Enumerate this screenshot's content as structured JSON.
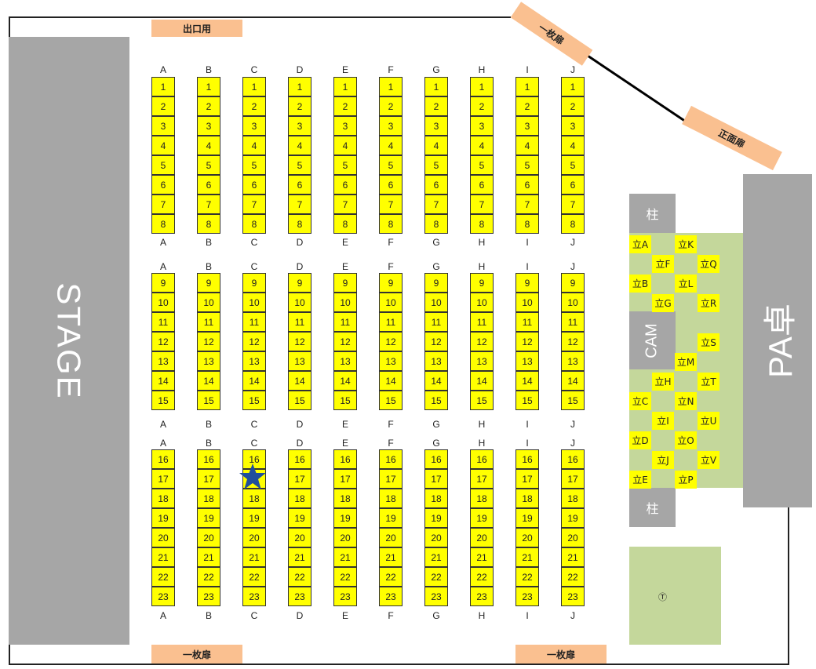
{
  "stage": {
    "label": "STAGE"
  },
  "doors": {
    "exit_top": "出口用",
    "top_right_single": "一枚扉",
    "front": "正面扉",
    "bottom_left": "一枚扉",
    "bottom_right": "一枚扉"
  },
  "columns": [
    "A",
    "B",
    "C",
    "D",
    "E",
    "F",
    "G",
    "H",
    "I",
    "J"
  ],
  "blocks": [
    {
      "rows": [
        "1",
        "2",
        "3",
        "4",
        "5",
        "6",
        "7",
        "8"
      ]
    },
    {
      "rows": [
        "9",
        "10",
        "11",
        "12",
        "13",
        "14",
        "15"
      ]
    },
    {
      "rows": [
        "16",
        "17",
        "18",
        "19",
        "20",
        "21",
        "22",
        "23"
      ]
    }
  ],
  "marker": {
    "column": "C",
    "row": "17",
    "symbol": "★",
    "color": "#1f4e9c"
  },
  "right_area": {
    "pillar_top": "柱",
    "pillar_bottom": "柱",
    "camera": "CAM",
    "pa_desk": "PA卓",
    "standing": [
      "立A",
      "立B",
      "立C",
      "立D",
      "立E",
      "立F",
      "立G",
      "立H",
      "立I",
      "立J",
      "立K",
      "立L",
      "立M",
      "立N",
      "立O",
      "立P",
      "立Q",
      "立R",
      "立S",
      "立T",
      "立U",
      "立V"
    ],
    "lower_area_symbol": "Ⓣ"
  },
  "colors": {
    "seat": "#ffff00",
    "gray": "#a6a6a6",
    "door": "#fac090",
    "green": "#c4d79b"
  }
}
